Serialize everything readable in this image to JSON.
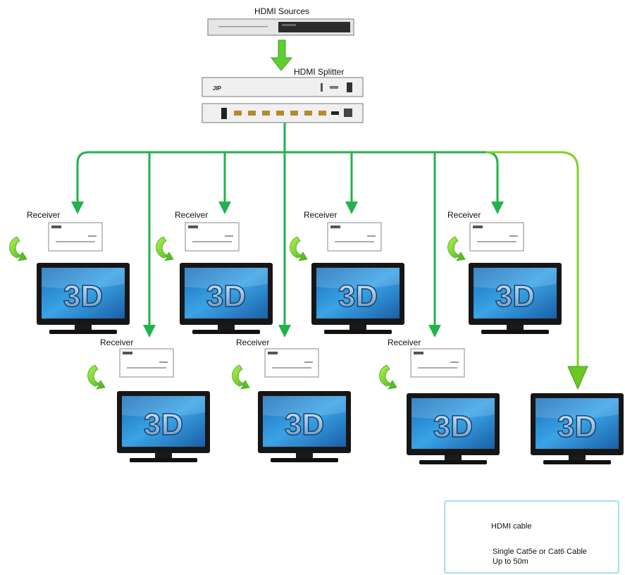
{
  "labels": {
    "sources": "HDMI Sources",
    "splitter": "HDMI Splitter",
    "receiver": "Receiver",
    "tv_text": "3D"
  },
  "legend": {
    "hdmi_cable": "HDMI cable",
    "cat_cable_line1": "Single Cat5e or Cat6 Cable",
    "cat_cable_line2": "Up to 50m"
  },
  "colors": {
    "cat_cable": "#22b24c",
    "hdmi_cable": "#7ed321",
    "legend_border": "#9fe0f0",
    "screen_blue": "#2a8fd6"
  },
  "receiver_count": 7,
  "display_count": 8
}
